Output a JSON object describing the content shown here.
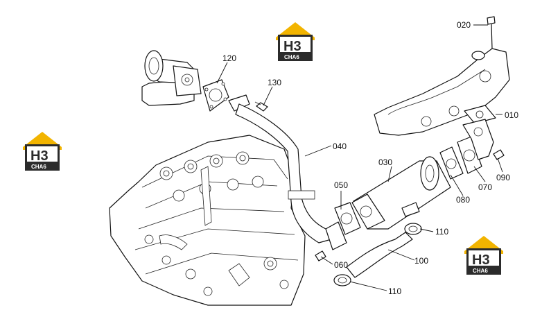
{
  "diagram": {
    "callouts": {
      "c020": "020",
      "c010": "010",
      "c120": "120",
      "c130": "130",
      "c040": "040",
      "c030": "030",
      "c050": "050",
      "c080": "080",
      "c070": "070",
      "c090": "090",
      "c110a": "110",
      "c100": "100",
      "c060": "060",
      "c110b": "110"
    }
  },
  "watermark": {
    "logo_main": "H3",
    "logo_sub": "CHA6",
    "colors": {
      "roof": "#f2b400",
      "dark": "#2b2b2b",
      "letter_accent": "#f2b400"
    }
  }
}
